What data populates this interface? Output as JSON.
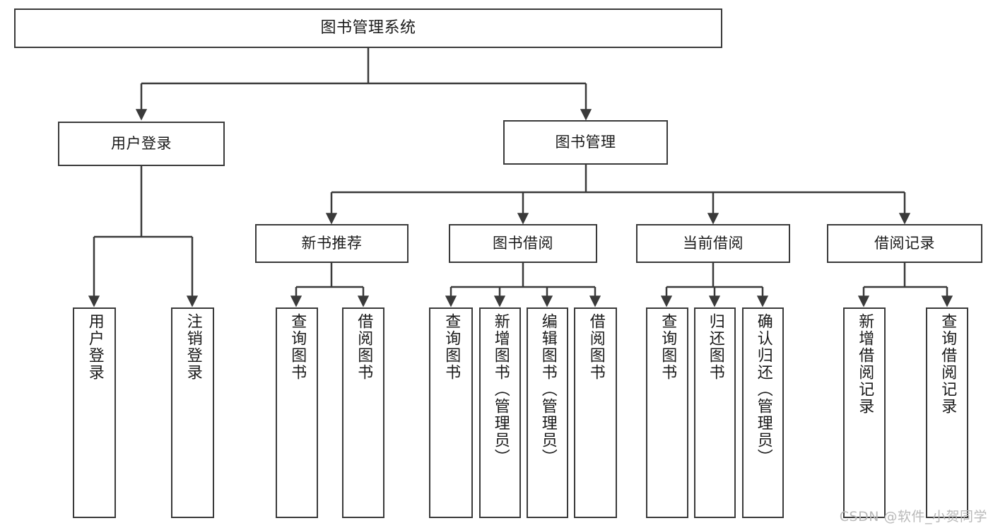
{
  "diagram": {
    "type": "tree-hierarchy-chart",
    "title": "图书管理系统",
    "stroke_color": "#3a3a3a",
    "fill_color": "#ffffff",
    "text_color": "#1a1a1a",
    "levels": {
      "level0": [
        "图书管理系统"
      ],
      "level1": [
        "用户登录",
        "图书管理"
      ],
      "level2": [
        "新书推荐",
        "图书借阅",
        "当前借阅",
        "借阅记录"
      ],
      "level3": [
        "用户登录",
        "注销登录",
        "查询图书",
        "借阅图书",
        "查询图书",
        "新增图书（管理员）",
        "编辑图书（管理员）",
        "借阅图书",
        "查询图书",
        "归还图书",
        "确认归还（管理员）",
        "新增借阅记录",
        "查询借阅记录"
      ]
    },
    "nodes": {
      "root": {
        "label": "图书管理系统"
      },
      "user_login": {
        "label": "用户登录"
      },
      "book_mgmt": {
        "label": "图书管理"
      },
      "new_book_rec": {
        "label": "新书推荐"
      },
      "book_borrow": {
        "label": "图书借阅"
      },
      "current_borrow": {
        "label": "当前借阅"
      },
      "borrow_record": {
        "label": "借阅记录"
      },
      "leaf_user_login": {
        "label": "用户登录"
      },
      "leaf_logout": {
        "label": "注销登录"
      },
      "leaf_query_book_1": {
        "label": "查询图书"
      },
      "leaf_borrow_book_1": {
        "label": "借阅图书"
      },
      "leaf_query_book_2": {
        "label": "查询图书"
      },
      "leaf_add_book": {
        "label": "新增图书（管理员）"
      },
      "leaf_edit_book": {
        "label": "编辑图书（管理员）"
      },
      "leaf_borrow_book_2": {
        "label": "借阅图书"
      },
      "leaf_query_book_3": {
        "label": "查询图书"
      },
      "leaf_return_book": {
        "label": "归还图书"
      },
      "leaf_confirm_return": {
        "label": "确认归还（管理员）"
      },
      "leaf_add_record": {
        "label": "新增借阅记录"
      },
      "leaf_query_record": {
        "label": "查询借阅记录"
      }
    },
    "edges": [
      {
        "from": "root",
        "to": "user_login"
      },
      {
        "from": "root",
        "to": "book_mgmt"
      },
      {
        "from": "user_login",
        "to": "leaf_user_login"
      },
      {
        "from": "user_login",
        "to": "leaf_logout"
      },
      {
        "from": "book_mgmt",
        "to": "new_book_rec"
      },
      {
        "from": "book_mgmt",
        "to": "book_borrow"
      },
      {
        "from": "book_mgmt",
        "to": "current_borrow"
      },
      {
        "from": "book_mgmt",
        "to": "borrow_record"
      },
      {
        "from": "new_book_rec",
        "to": "leaf_query_book_1"
      },
      {
        "from": "new_book_rec",
        "to": "leaf_borrow_book_1"
      },
      {
        "from": "book_borrow",
        "to": "leaf_query_book_2"
      },
      {
        "from": "book_borrow",
        "to": "leaf_add_book"
      },
      {
        "from": "book_borrow",
        "to": "leaf_edit_book"
      },
      {
        "from": "book_borrow",
        "to": "leaf_borrow_book_2"
      },
      {
        "from": "current_borrow",
        "to": "leaf_query_book_3"
      },
      {
        "from": "current_borrow",
        "to": "leaf_return_book"
      },
      {
        "from": "current_borrow",
        "to": "leaf_confirm_return"
      },
      {
        "from": "borrow_record",
        "to": "leaf_add_record"
      },
      {
        "from": "borrow_record",
        "to": "leaf_query_record"
      }
    ]
  },
  "watermark": {
    "text": "CSDN @软件_小贺同学"
  }
}
